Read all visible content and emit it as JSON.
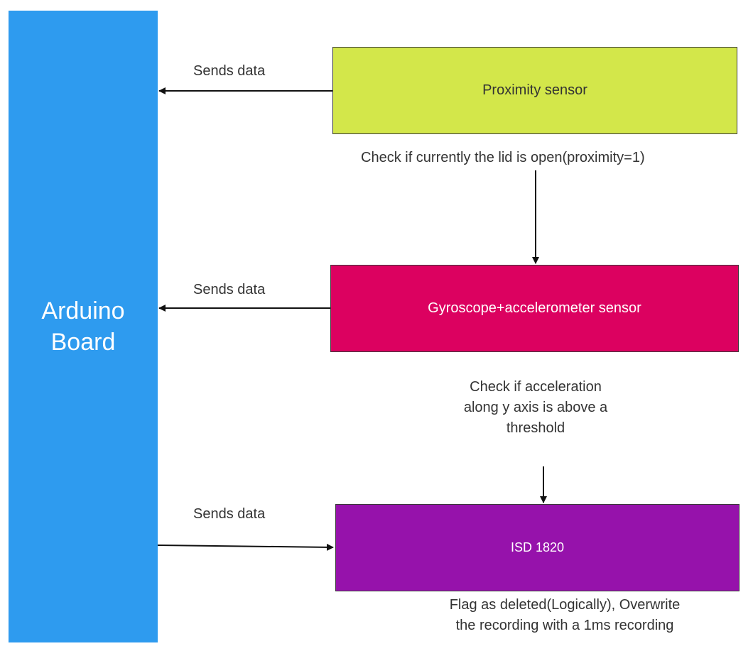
{
  "nodes": {
    "arduino": {
      "line1": "Arduino",
      "line2": "Board",
      "color": "#2e9bef"
    },
    "proximity": {
      "label": "Proximity sensor",
      "color": "#d3e74a"
    },
    "gyro": {
      "label": "Gyroscope+accelerometer sensor",
      "color": "#dc0160"
    },
    "isd": {
      "label": "ISD 1820",
      "color": "#9612ab"
    }
  },
  "edges": {
    "sends_1": "Sends data",
    "sends_2": "Sends data",
    "sends_3": "Sends data",
    "check_prox": "Check if currently the lid is open(proximity=1)",
    "check_accel": [
      "Check if acceleration",
      "along y axis is above a",
      "threshold"
    ],
    "flag": [
      "Flag as deleted(Logically), Overwrite",
      "the recording with a 1ms recording"
    ]
  }
}
